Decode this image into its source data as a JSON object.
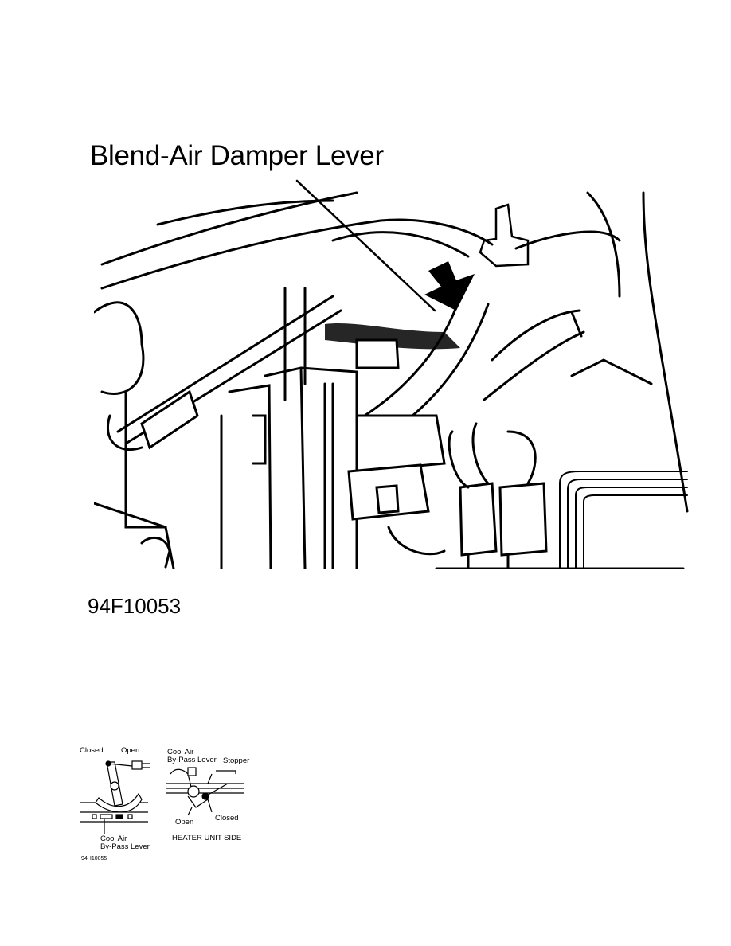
{
  "figure_main": {
    "callout": "Blend-Air Damper Lever",
    "figure_id": "94F10053"
  },
  "figure_small": {
    "left_panel": {
      "closed": "Closed",
      "open": "Open",
      "lever_label": "Cool Air\nBy-Pass Lever"
    },
    "right_panel": {
      "lever_label": "Cool Air\nBy-Pass Lever",
      "stopper": "Stopper",
      "open": "Open",
      "closed": "Closed",
      "side_label": "HEATER UNIT SIDE"
    },
    "figure_id": "94H10055"
  }
}
